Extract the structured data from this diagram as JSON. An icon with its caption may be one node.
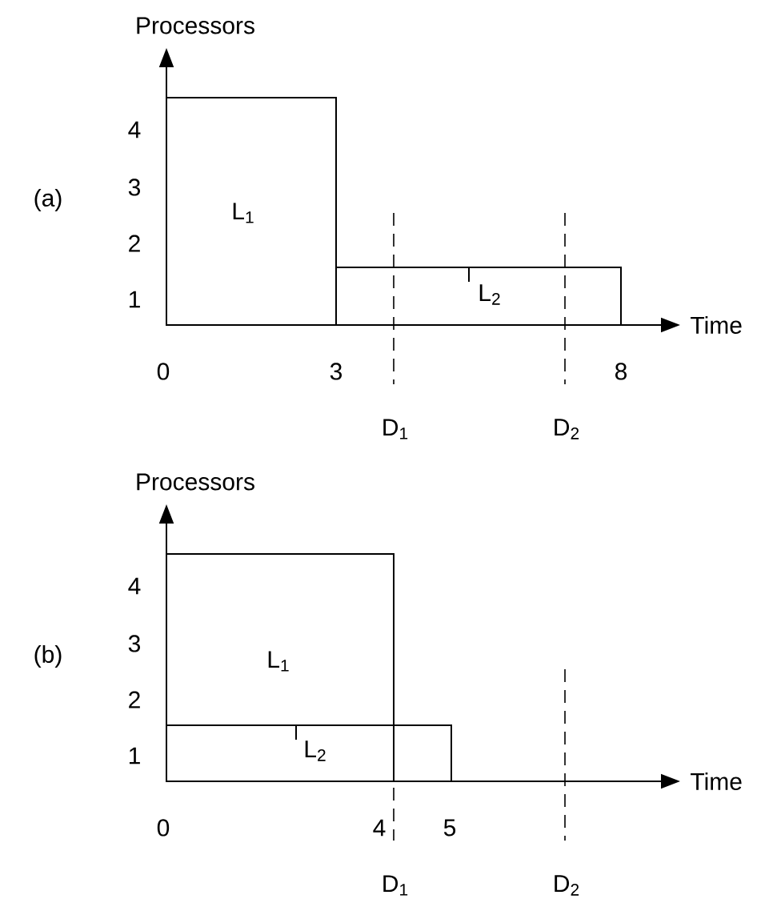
{
  "diagram": {
    "nodes": [
      {
        "text": [
          "L$_{1}$"
        ]
      },
      {
        "text": [
          "L$_{2}$"
        ]
      },
      {
        "text": [
          "L$_{1}$"
        ]
      },
      {
        "text": [
          "L$_{2}$"
        ]
      }
    ],
    "labels": [
      "Processors",
      "4",
      "(a)",
      "3",
      "2",
      "1",
      "Time",
      "0",
      "3",
      "8",
      "D$_{1}$",
      "D$_{2}$",
      "Processors",
      "4",
      "(b)",
      "3",
      "2",
      "1",
      "Time",
      "0",
      "4",
      "5",
      "D$_{1}$",
      "D$_{2}$"
    ]
  }
}
